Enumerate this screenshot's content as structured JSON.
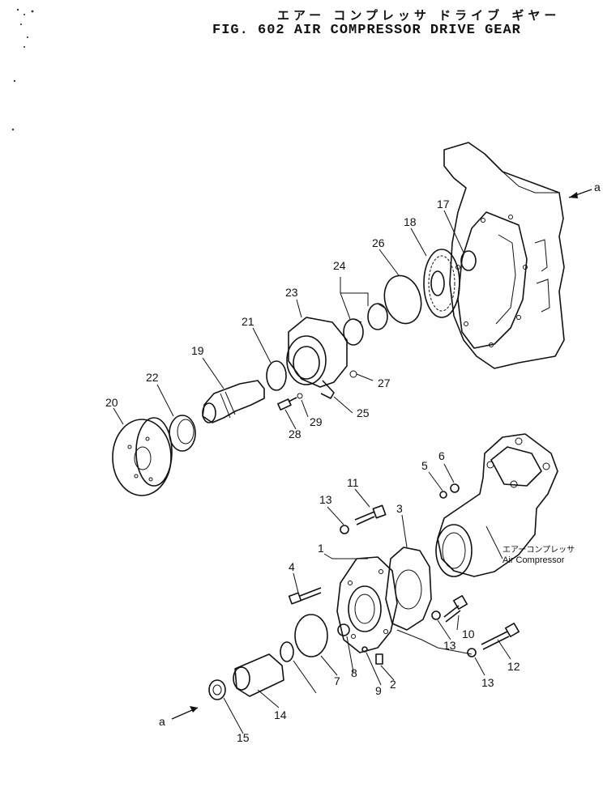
{
  "title": {
    "japanese": "エアー コンプレッサ ドライブ ギヤー",
    "figure": "FIG. 602",
    "english": "AIR COMPRESSOR DRIVE GEAR"
  },
  "callout": {
    "japanese": "エアーコンプレッサ",
    "english": "Air Compressor"
  },
  "arrow_marks": {
    "top": "a",
    "bottom": "a"
  },
  "part_labels": {
    "p1": "1",
    "p2": "2",
    "p3": "3",
    "p4": "4",
    "p5": "5",
    "p6": "6",
    "p7": "7",
    "p8": "8",
    "p9": "9",
    "p10": "10",
    "p11": "11",
    "p12": "12",
    "p13a": "13",
    "p13b": "13",
    "p13c": "13",
    "p14": "14",
    "p15": "15",
    "p17": "17",
    "p18": "18",
    "p19": "19",
    "p20": "20",
    "p21": "21",
    "p22": "22",
    "p23": "23",
    "p24": "24",
    "p25": "25",
    "p26": "26",
    "p27": "27",
    "p28": "28",
    "p29": "29"
  }
}
